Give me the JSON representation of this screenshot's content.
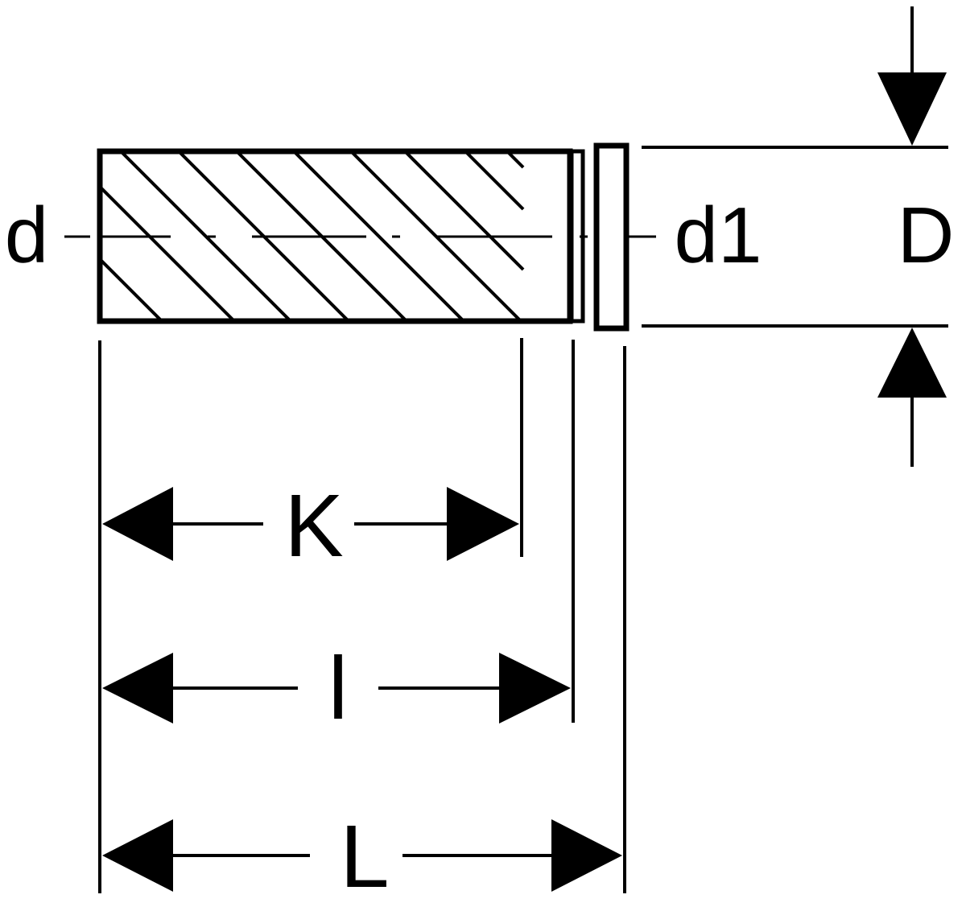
{
  "labels": {
    "d": "d",
    "d1": "d1",
    "D": "D",
    "K": "K",
    "l": "l",
    "L": "L"
  },
  "colors": {
    "ink": "#000000",
    "background": "#ffffff"
  }
}
